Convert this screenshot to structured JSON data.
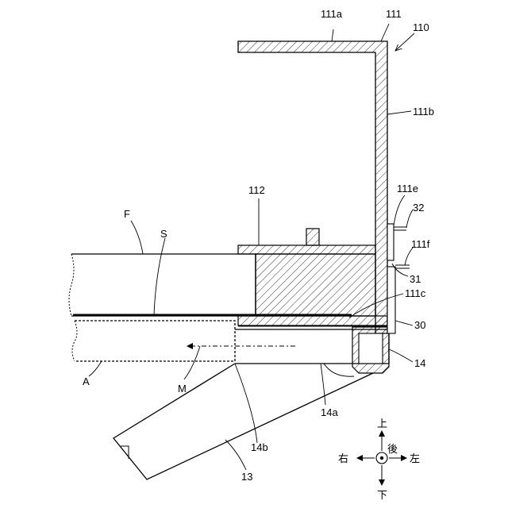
{
  "labels": {
    "l111a": "111a",
    "l111": "111",
    "l110": "110",
    "l111b": "111b",
    "l111e": "111e",
    "l32": "32",
    "l111f": "111f",
    "l31": "31",
    "l111c": "111c",
    "l30": "30",
    "l14": "14",
    "l14a": "14a",
    "l14b": "14b",
    "l13": "13",
    "l112": "112",
    "lF": "F",
    "lS": "S",
    "lA": "A",
    "lM": "M"
  },
  "directions": {
    "up": "上",
    "down": "下",
    "left": "左",
    "right": "右",
    "back": "後"
  }
}
